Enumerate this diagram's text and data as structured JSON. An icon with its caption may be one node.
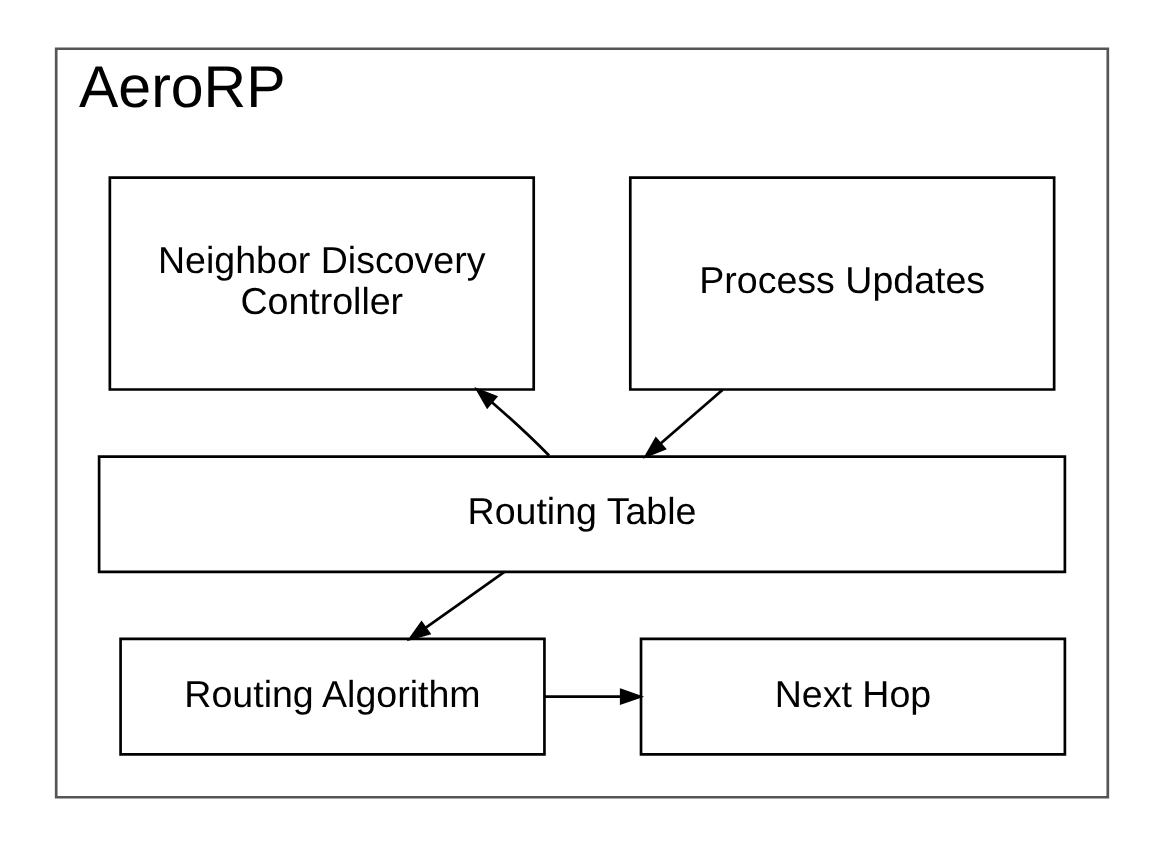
{
  "diagram": {
    "nodes": [
      {
        "text": [
          "AeroRP"
        ]
      },
      {
        "text": [
          "Process Updates"
        ],
        "in": 0
      },
      {
        "text": [
          "Neighbor Discovery Controller"
        ],
        "in": 0
      },
      {
        "text": [
          "Routing Table"
        ],
        "in": 0
      },
      {
        "text": [
          "Routing Algorithm"
        ],
        "in": 0
      },
      {
        "text": [
          "Next Hop"
        ],
        "in": 0
      }
    ],
    "edges": [
      {
        "from": 1,
        "to": 3,
        "arrow": "to"
      },
      {
        "from": 3,
        "to": 2,
        "arrow": "to"
      },
      {
        "from": 3,
        "to": 4,
        "arrow": "to"
      },
      {
        "from": 4,
        "to": 5,
        "arrow": "to"
      }
    ]
  }
}
